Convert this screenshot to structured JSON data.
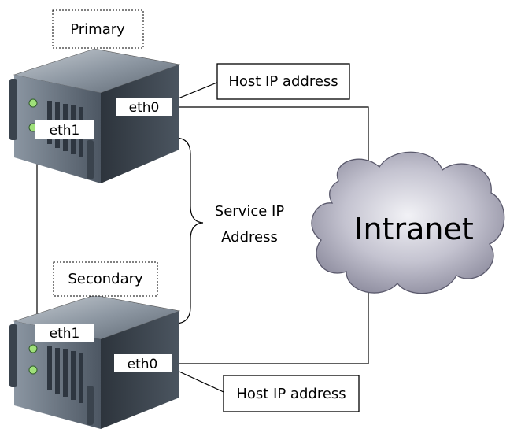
{
  "nodes": {
    "primary": {
      "title": "Primary",
      "eth0": "eth0",
      "eth1": "eth1",
      "host_ip": "Host IP address"
    },
    "secondary": {
      "title": "Secondary",
      "eth0": "eth0",
      "eth1": "eth1",
      "host_ip": "Host IP address"
    }
  },
  "service_ip": {
    "line1": "Service IP",
    "line2": "Address"
  },
  "cloud": {
    "label": "Intranet"
  },
  "colors": {
    "server_top": "#9aa3ad",
    "server_front": "#5f6b78",
    "server_side": "#39424c",
    "led_green": "#9fe07a",
    "cloud_fill": "#b9b8c6",
    "line": "#000000"
  },
  "icons": [
    "server-icon",
    "server-icon",
    "cloud-icon"
  ]
}
